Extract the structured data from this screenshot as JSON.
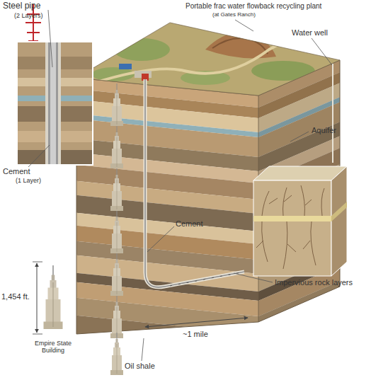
{
  "diagram": {
    "labels": [
      "Steel pipe",
      "(2 Layers)",
      "Portable frac water flowback recycling plant",
      "(at Gates Ranch)",
      "Water well",
      "Aquifer",
      "Cement",
      "(1 Layer)",
      "Cement",
      "Impervious rock layers",
      "1,454 ft.",
      "Empire State Building",
      "~1 mile",
      "Oil shale"
    ]
  }
}
